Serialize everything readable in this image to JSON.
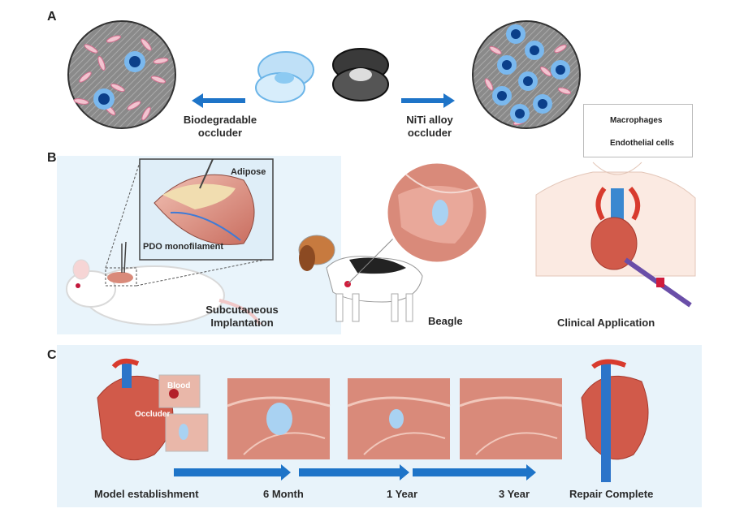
{
  "panels": {
    "a": "A",
    "b": "B",
    "c": "C"
  },
  "panel_a": {
    "left_label": [
      "Biodegradable",
      "occluder"
    ],
    "right_label": [
      "NiTi alloy",
      "occluder"
    ],
    "legend": {
      "macrophages": "Macrophages",
      "endothelial": "Endothelial cells"
    }
  },
  "panel_b": {
    "adipose": "Adipose",
    "pdo": "PDO monofilament",
    "subcutaneous": [
      "Subcutaneous",
      "Implantation"
    ],
    "beagle": "Beagle",
    "clinical": "Clinical Application"
  },
  "panel_c": {
    "blood": "Blood",
    "occluder": "Occluder",
    "stages": [
      "Model establishment",
      "6 Month",
      "1 Year",
      "3 Year",
      "Repair Complete"
    ]
  },
  "colors": {
    "arrow": "#1e74c8",
    "macrophage": "#0b3f8a",
    "endothelial": "#e8a0b4",
    "tissue": "#d98a7a"
  }
}
